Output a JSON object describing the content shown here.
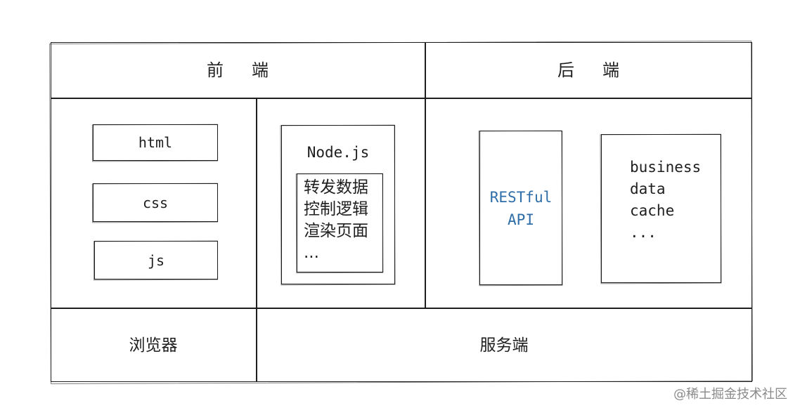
{
  "header": {
    "frontend": "前端",
    "backend": "后端"
  },
  "frontend": {
    "browser_items": [
      "html",
      "css",
      "js"
    ],
    "node": {
      "title": "Node.js",
      "lines": [
        "转发数据",
        "控制逻辑",
        "渲染页面",
        "..."
      ]
    }
  },
  "backend": {
    "api": {
      "line1": "RESTful",
      "line2": "API"
    },
    "services": [
      "business",
      "data",
      "cache",
      "..."
    ]
  },
  "footer": {
    "browser": "浏览器",
    "server": "服务端"
  },
  "watermark": "@稀土掘金技术社区",
  "colors": {
    "stroke": "#1e1e1e",
    "api_text": "#2f6ea8"
  }
}
